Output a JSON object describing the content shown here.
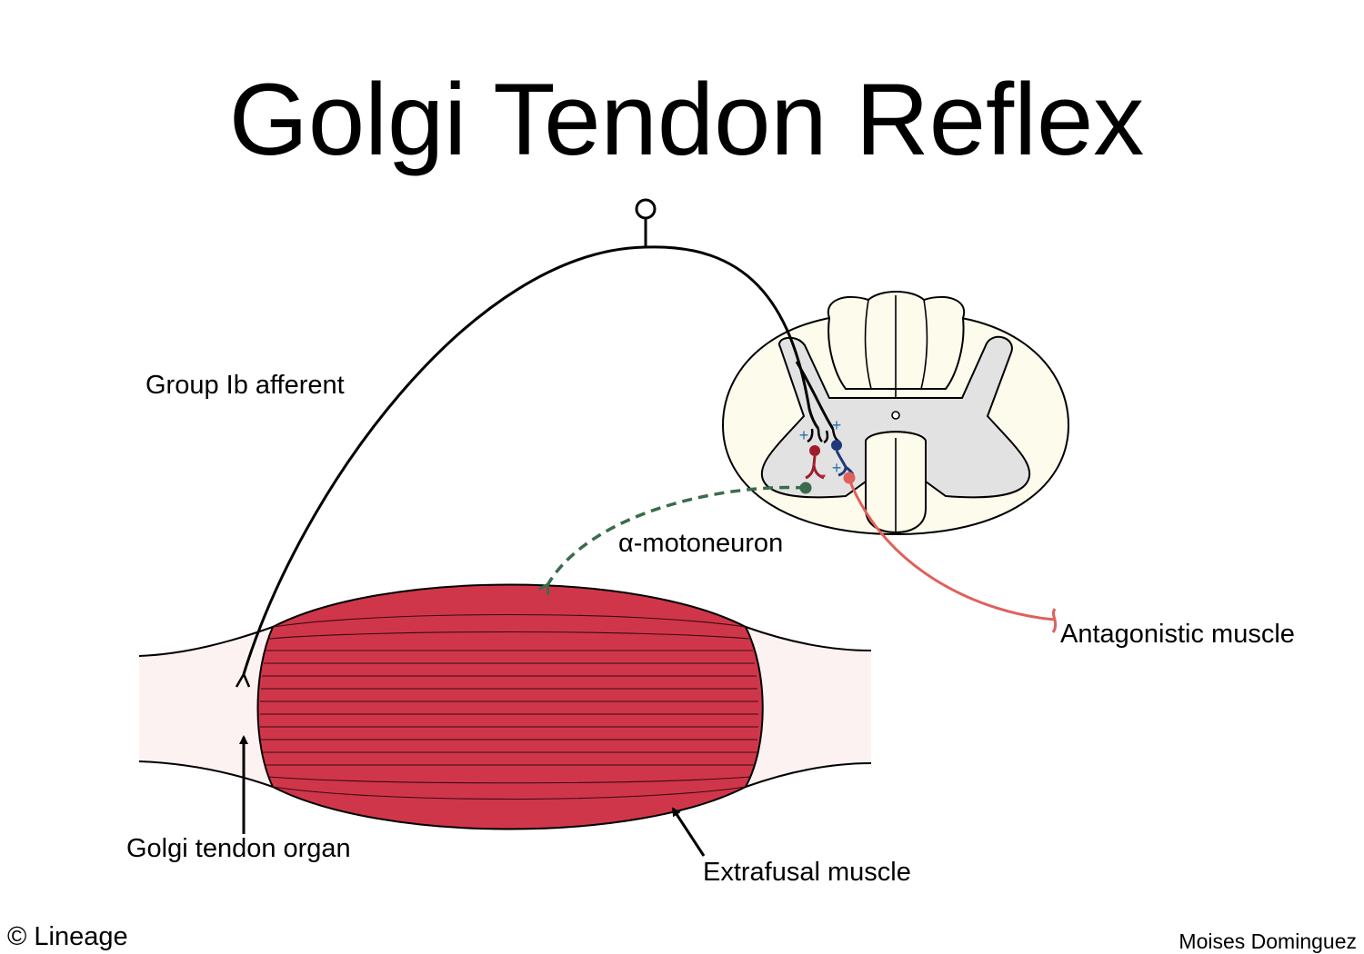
{
  "title": "Golgi Tendon Reflex",
  "labels": {
    "afferent": "Group Ib afferent",
    "motoneuron": "α-motoneuron",
    "antagonist": "Antagonistic muscle",
    "tendon_organ": "Golgi tendon organ",
    "extrafusal": "Extrafusal muscle"
  },
  "signs": {
    "excite_1": "+",
    "excite_2": "+",
    "excite_3": "+",
    "inhibit": "-"
  },
  "footer": {
    "copyright": "© Lineage",
    "author": "Moises Dominguez"
  },
  "colors": {
    "muscle": "#d0364a",
    "tendon": "#fdf2f2",
    "cord_white_matter": "#fdfbec",
    "cord_gray_matter": "#e2e2e2",
    "afferent": "#000000",
    "inhibitory_interneuron": "#a01c2c",
    "excitatory_interneuron": "#1f3a7a",
    "alpha_motoneuron": "#3a6b4c",
    "antagonist_motoneuron": "#e0605a",
    "sign_blue": "#2a6fb0",
    "sign_red": "#c0283a"
  }
}
